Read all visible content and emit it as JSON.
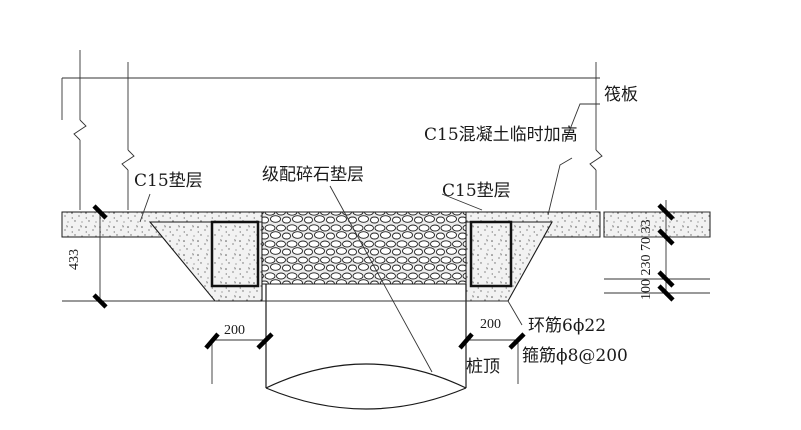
{
  "labels": {
    "raft_slab": "筏板",
    "c15_temp_raise": "C15混凝土临时加高",
    "c15_cushion_left": "C15垫层",
    "c15_cushion_right": "C15垫层",
    "graded_gravel": "级配碎石垫层",
    "ring_rebar": "环筋6ϕ22",
    "stirrup": "箍筋ϕ8@200",
    "pile_top": "桩顶"
  },
  "dimensions": {
    "left_height": "433",
    "left_width": "200",
    "right_width": "200",
    "right_stack": "100 230 70 33"
  }
}
